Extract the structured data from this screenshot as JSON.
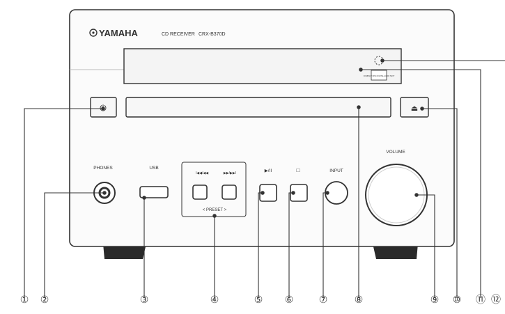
{
  "device": {
    "brand": "YAMAHA",
    "model_line": "CD RECEIVER",
    "model_number": "CRX-B370D",
    "display_badge": "COMPACT DISC DIGITAL AUDIO TEXT"
  },
  "front_panel": {
    "phones_label": "PHONES",
    "usb_label": "USB",
    "preset_left_label": "I◀◀/◀◀",
    "preset_right_label": "▶▶/▶▶I",
    "preset_label": "< PRESET >",
    "play_pause_label": "▶/II",
    "stop_label": "□",
    "input_label": "INPUT",
    "volume_label": "VOLUME",
    "power_symbol": "⏻",
    "eject_symbol": "⏏"
  },
  "callouts": [
    "①",
    "②",
    "③",
    "④",
    "⑤",
    "⑥",
    "⑦",
    "⑧",
    "⑨",
    "⑩",
    "⑪",
    "⑫"
  ],
  "colors": {
    "line": "#333333",
    "panel": "#f7f7f7",
    "body": "#fbfbfb"
  }
}
